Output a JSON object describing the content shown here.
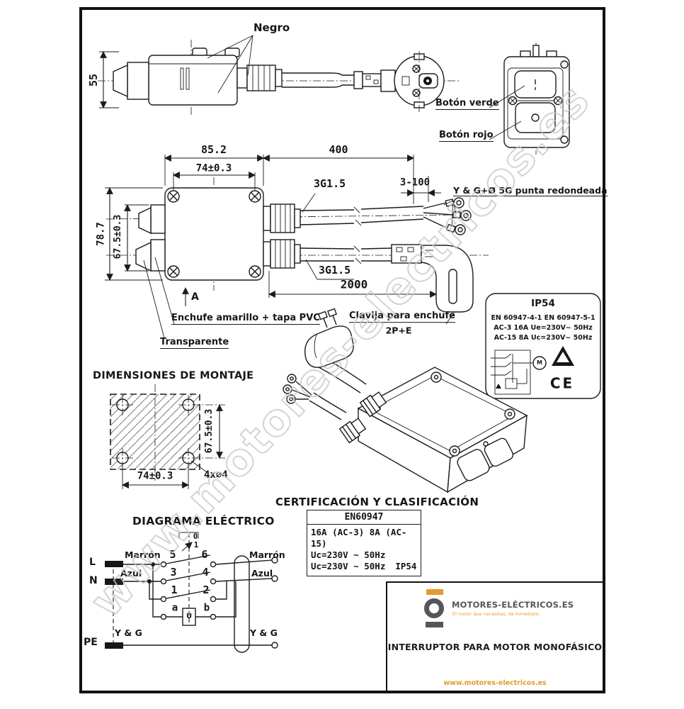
{
  "watermark": "www.motores-electricos.es",
  "colors": {
    "accent_orange": "#E79A2E",
    "logo_gray": "#54565A",
    "line": "#1b1b1b",
    "watermark_gray": "#c9c9c9"
  },
  "side_view": {
    "negro": "Negro",
    "dim_55": "55"
  },
  "front_view": {
    "boton_verde": "Botón verde",
    "boton_rojo": "Botón rojo"
  },
  "top_view": {
    "dim_852": "85.2",
    "dim_74": "74±0.3",
    "dim_400": "400",
    "cable_top": "3G1.5",
    "dim_3_100": "3-100",
    "ring_label": "Y & G+Ø 5G punta redondeada",
    "dim_787": "78.7",
    "dim_675": "67.5±0.3",
    "cable_bottom": "3G1.5",
    "dim_2000": "2000",
    "section_a": "A",
    "enchufe": "Enchufe amarillo + tapa PVC",
    "transparente": "Transparente",
    "clavija_1": "Clavija para enchufe",
    "clavija_2": "2P+E"
  },
  "rating": {
    "title": "IP54",
    "standards": "EN 60947-4-1  EN 60947-5-1",
    "ac3": "AC-3  16A  Ue=230V~ 50Hz",
    "ac15": "AC-15  8A  Uc=230V~ 50Hz",
    "motor": "M",
    "ce": "CE"
  },
  "mounting": {
    "title": "DIMENSIONES DE MONTAJE",
    "dim_74": "74±0.3",
    "dim_675": "67.5±0.3",
    "holes": "4x∅4"
  },
  "certification": {
    "title": "CERTIFICACIÓN Y CLASIFICACIÓN",
    "header": "EN60947",
    "row1": "16A (AC-3) 8A (AC-15)",
    "row2": "Uc=230V ~  50Hz",
    "row3": "Uc=230V ~  50Hz",
    "row3b": "IP54"
  },
  "circuit": {
    "title": "DIAGRAMA ELÉCTRICO",
    "l": "L",
    "n": "N",
    "pe": "PE",
    "marron_l": "Marrón",
    "azul_l": "Azul",
    "yg_l": "Y & G",
    "marron_r": "Marrón",
    "azul_r": "Azul",
    "yg_r": "Y & G",
    "n5": "5",
    "n6": "6",
    "n3": "3",
    "n4": "4",
    "n1": "1",
    "n2": "2",
    "a": "a",
    "b": "b",
    "pos0": "0",
    "pos1": "1",
    "coil": "U"
  },
  "brand": {
    "name": "MOTORES-ELÉCTRICOS.ES",
    "tagline": "El motor que necesitas, de inmediato.",
    "product": "INTERRUPTOR PARA MOTOR MONOFÁSICO",
    "web": "www.motores-electricos.es"
  }
}
